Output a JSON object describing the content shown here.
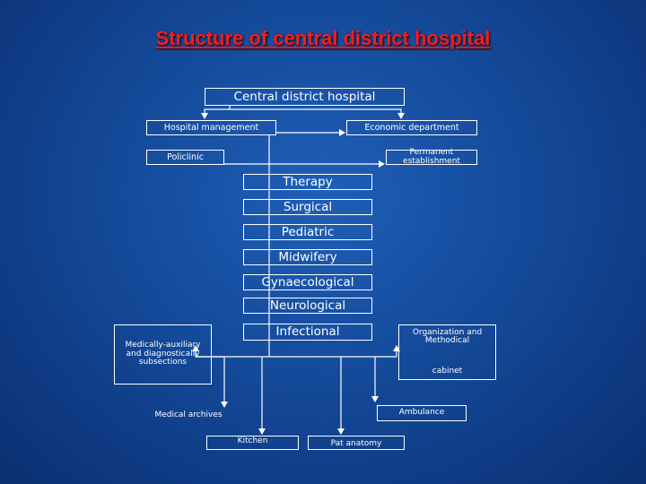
{
  "title": "Structure of central district hospital",
  "nodes": {
    "root": "Central district hospital",
    "management": "Hospital management",
    "economic": "Economic department",
    "policlinic": "Policlinic",
    "permanent": "Permanent establishment",
    "departments": [
      "Therapy",
      "Surgical",
      "Pediatric",
      "Midwifery",
      "Gynaecological",
      "Neurological",
      "Infectional"
    ],
    "medically": "Medically-auxiliary and diagnostically subsections",
    "organization": "Organization and Methodical",
    "cabinet": "cabinet",
    "archives": "Medical archives",
    "ambulance": "Ambulance",
    "kitchen": "Kitchen",
    "patanatomy": "Pat anatomy"
  }
}
